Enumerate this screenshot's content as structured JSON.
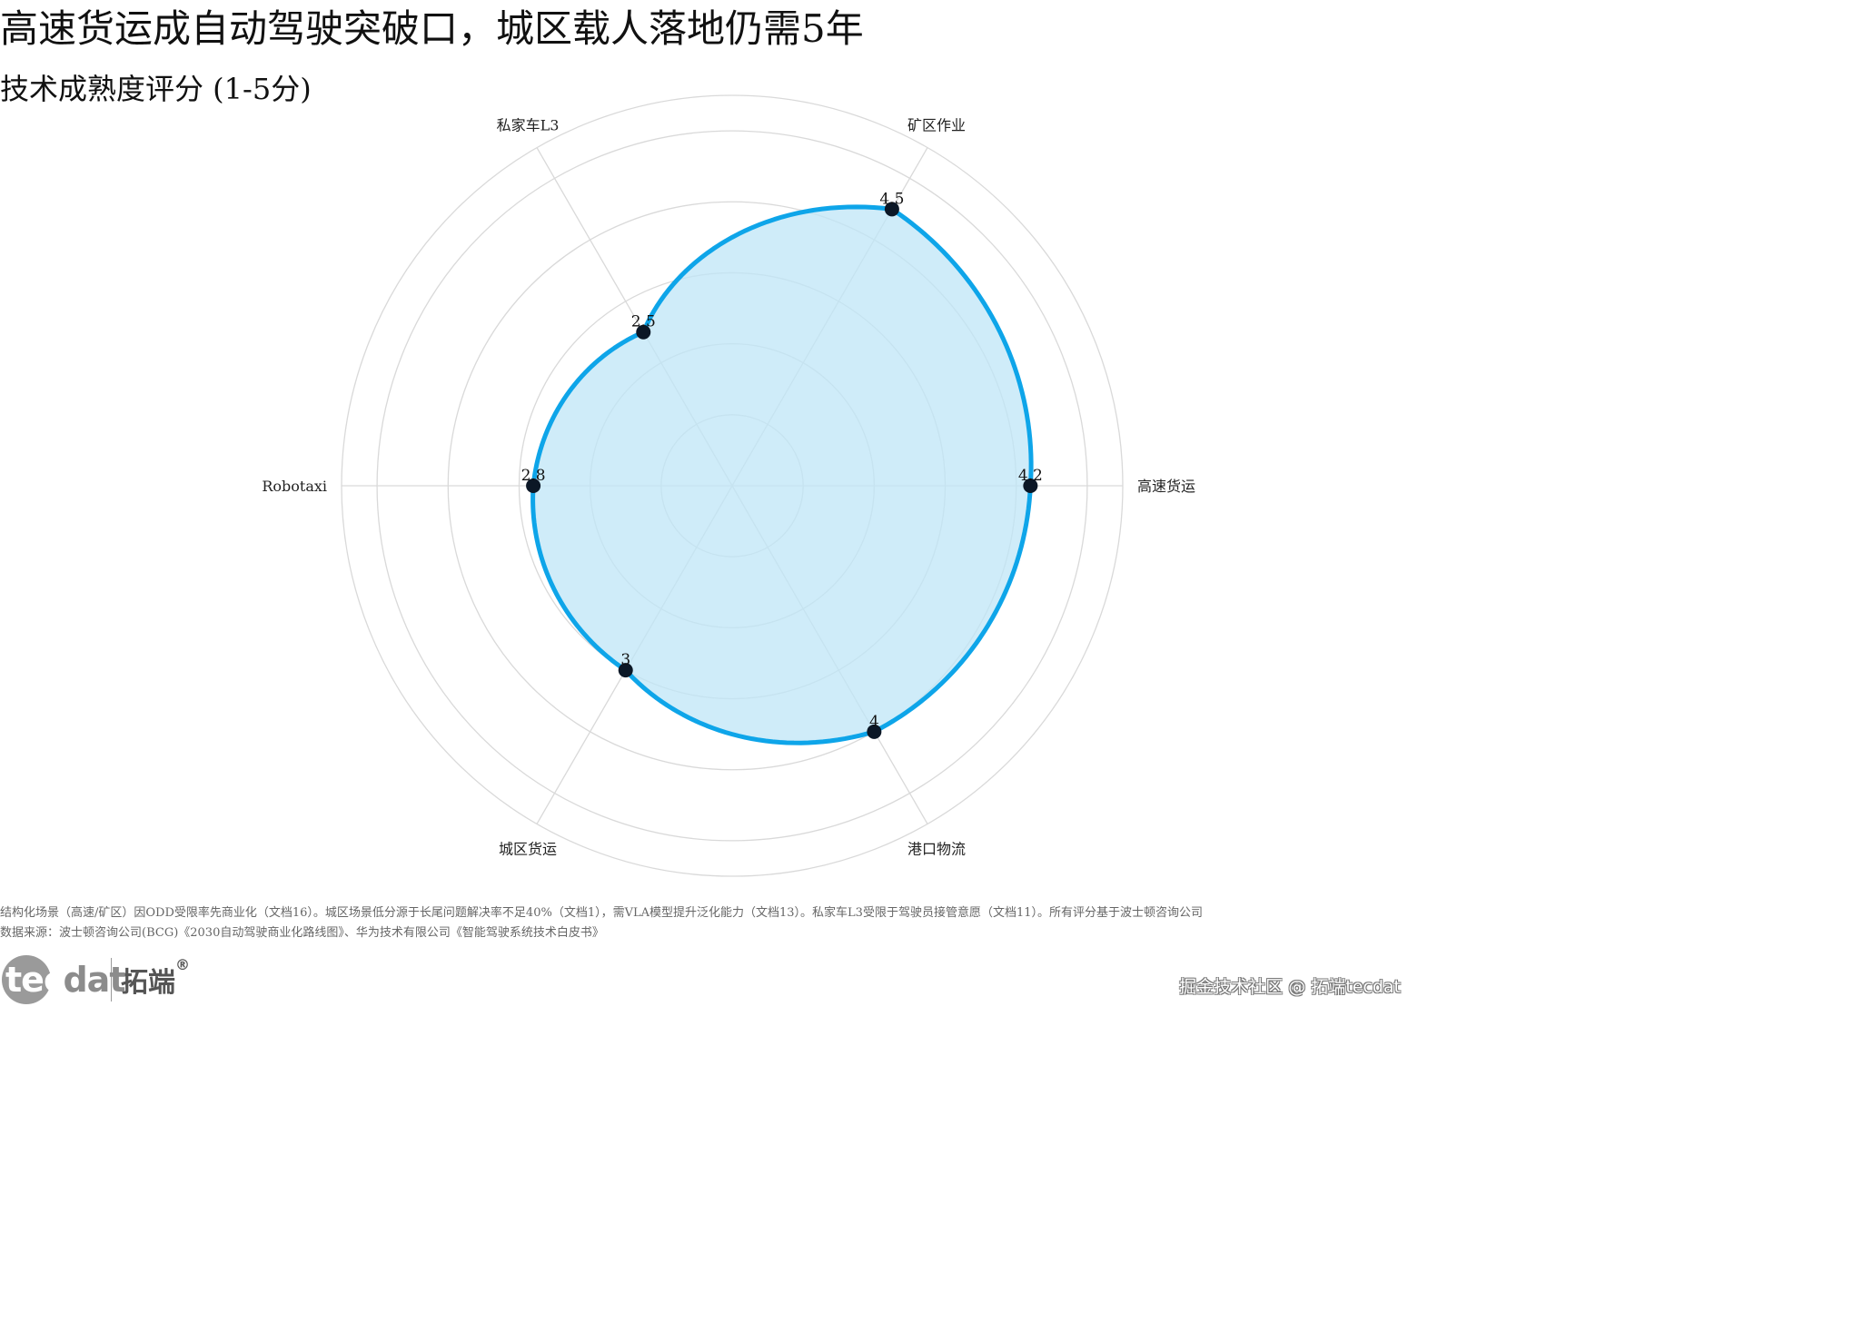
{
  "title": "高速货运成自动驾驶突破口，城区载人落地仍需5年",
  "subtitle": "技术成熟度评分 (1-5分)",
  "chart_data": {
    "type": "radar",
    "categories": [
      "高速货运",
      "矿区作业",
      "私家车L3",
      "Robotaxi",
      "城区货运",
      "港口物流"
    ],
    "values": [
      4.2,
      4.5,
      2.5,
      2.8,
      3,
      4
    ],
    "data_labels": [
      "4.2",
      "4.5",
      "2.5",
      "2.8",
      "3",
      "4"
    ],
    "rlim": [
      0,
      5.5
    ],
    "grid": true,
    "legend": "none"
  },
  "colors": {
    "line": "#0ea5e9",
    "fill": "#bfe6f7",
    "marker": "#0b1726",
    "grid": "#d9d9d9"
  },
  "footer": {
    "note": "结构化场景（高速/矿区）因ODD受限率先商业化（文档16）。城区场景低分源于长尾问题解决率不足40%（文档1），需VLA模型提升泛化能力（文档13）。私家车L3受限于驾驶员接管意愿（文档11）。所有评分基于波士顿咨询公司",
    "source": "数据来源：波士顿咨询公司(BCG)《2030自动驾驶商业化路线图》、华为技术有限公司《智能驾驶系统技术白皮书》"
  },
  "logo": {
    "mark_white": "tec",
    "mark_gray": "dat",
    "cn": "拓端",
    "reg": "®"
  },
  "credit": "掘金技术社区 @ 拓端tecdat"
}
